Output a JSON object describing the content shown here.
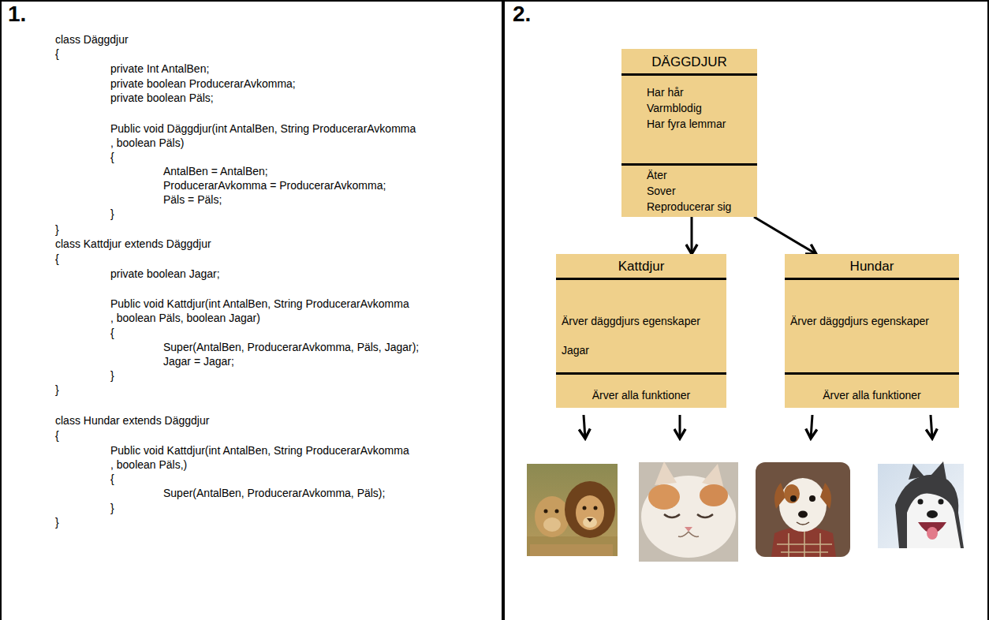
{
  "diagram": {
    "nodes": [
      {
        "text": [
          "DÄGGDJUR",
          "Har hår",
          "Varmblodig",
          "Har fyra lemmar",
          "Äter",
          "Sover",
          "Reproducerar sig"
        ]
      },
      {
        "text": [
          "Kattdjur",
          "Ärver däggdjurs egenskaper",
          "Jagar",
          "Ärver alla funktioner"
        ]
      },
      {
        "text": [
          "Hundar",
          "Ärver däggdjurs egenskaper",
          "Ärver alla funktioner"
        ]
      }
    ],
    "edges": [
      {
        "from": 0,
        "to": 1,
        "arrow": "to"
      },
      {
        "from": 0,
        "to": 2,
        "arrow": "to"
      }
    ],
    "labels": [
      "1.",
      "2.",
      "class Däggdjur",
      "{",
      "private Int AntalBen;",
      "private boolean ProducerarAvkomma;",
      "private boolean Päls;",
      "Public void Däggdjur(int AntalBen, String ProducerarAvkomma",
      ", boolean Päls)",
      "{",
      "AntalBen = AntalBen;",
      "ProducerarAvkomma = ProducerarAvkomma;",
      "Päls = Päls;",
      "}",
      "}",
      "class Kattdjur extends Däggdjur",
      "{",
      "private boolean Jagar;",
      "Public void Kattdjur(int AntalBen, String ProducerarAvkomma",
      ", boolean Päls, boolean Jagar)",
      "{",
      "Super(AntalBen, ProducerarAvkomma, Päls, Jagar);",
      "Jagar = Jagar;",
      "}",
      "}",
      "class Hundar extends Däggdjur",
      "{",
      "Public void Kattdjur(int AntalBen, String ProducerarAvkomma",
      ", boolean Päls,)",
      "{",
      "Super(AntalBen, ProducerarAvkomma, Päls);",
      "}",
      "}"
    ]
  }
}
